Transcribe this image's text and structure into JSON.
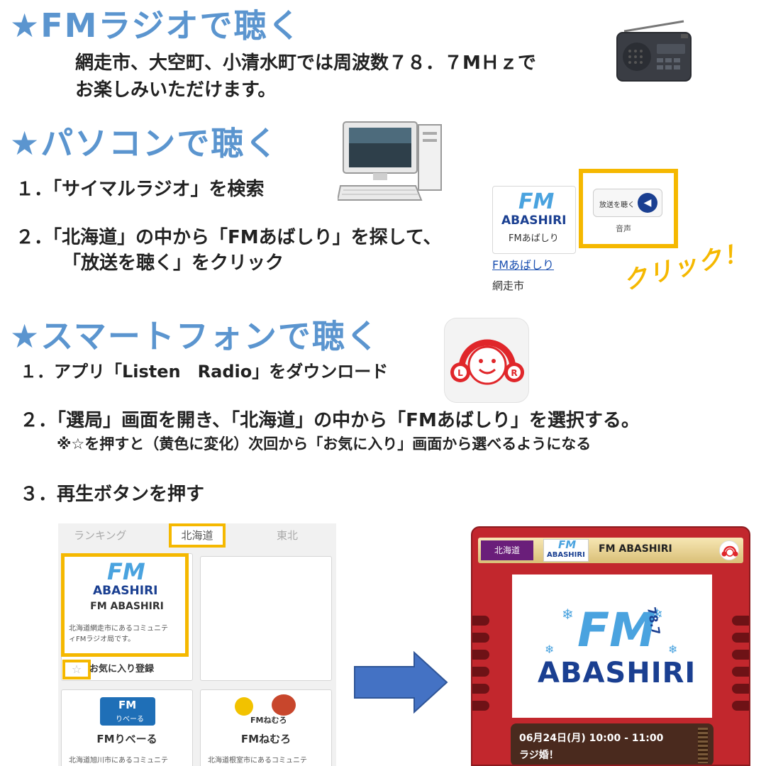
{
  "section_radio": {
    "heading": "★FMラジオで聴く",
    "line1": "網走市、大空町、小清水町では周波数７８．７MＨｚで",
    "line2": "お楽しみいただけます。",
    "icon": "radio-icon"
  },
  "section_pc": {
    "heading": "★パソコンで聴く",
    "step1": "１．「サイマルラジオ」を検索",
    "step2_line1": "２．「北海道」の中から「FMあばしり」を探して、",
    "step2_line2": "「放送を聴く」をクリック",
    "icon": "desktop-computer-icon",
    "simul_panel": {
      "logo_fm": "FM",
      "logo_abashiri": "ABASHIRI",
      "logo_sub": "FMあばしり",
      "play_button_label": "放送を聴く",
      "audio_label": "音声",
      "station_link": "FMあばしり",
      "station_city": "網走市"
    },
    "click_callout": "クリック！"
  },
  "section_smartphone": {
    "heading": "★スマートフォンで聴く",
    "step1": "１．アプリ「Listen　Radio」をダウンロード",
    "step2": "２．「選局」画面を開き、「北海道」の中から「FMあばしり」を選択する。",
    "note": "※☆を押すと（黄色に変化）次回から「お気に入り」画面から選べるようになる",
    "step3": "３．再生ボタンを押す",
    "app_icon": {
      "left": "L",
      "right": "R"
    }
  },
  "station_list": {
    "tabs": [
      "ランキング",
      "北海道",
      "東北"
    ],
    "cards": [
      {
        "logo_fm": "FM",
        "logo_abashiri": "ABASHIRI",
        "name": "FM ABASHIRI",
        "desc_line1": "北海道網走市にあるコミュニテ",
        "desc_line2": "ィFMラジオ局です。"
      },
      {
        "logo_fm": "FM",
        "logo_sub": "りべーる",
        "name": "FMりべーる",
        "desc_line1": "北海道旭川市にあるコミュニテ"
      },
      {
        "logo_sub": "FMねむろ",
        "name": "FMねむろ",
        "desc_line1": "北海道根室市にあるコミュニテ"
      }
    ],
    "favorite_label": "お気に入り登録"
  },
  "player": {
    "region": "北海道",
    "mini_logo_fm": "FM",
    "mini_logo_abashiri": "ABASHIRI",
    "station_title": "FM ABASHIRI",
    "logo_fm": "FM",
    "logo_freq": "78.7",
    "logo_abashiri": "ABASHIRI",
    "time": "06月24日(月)  10:00 - 11:00",
    "program": "ラジ婚！"
  },
  "colors": {
    "heading": "#5b95cf",
    "highlight": "#f5b800",
    "player_red": "#c2272d",
    "logo_navy": "#1a3f91",
    "logo_sky": "#4aa3df",
    "arrow": "#4472c4"
  }
}
